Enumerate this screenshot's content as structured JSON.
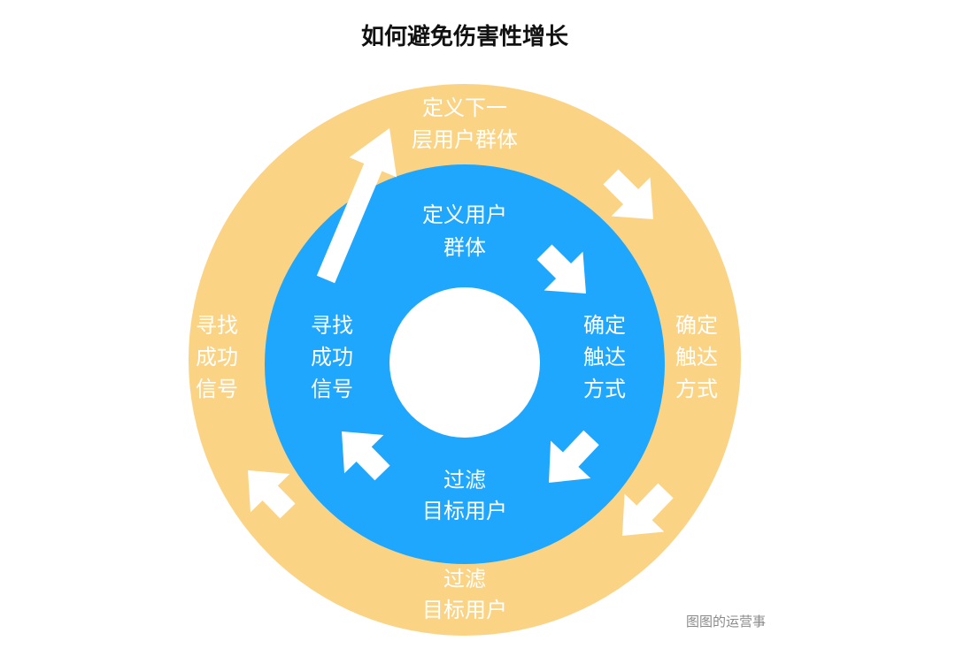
{
  "title": "如何避免伤害性增长",
  "colors": {
    "outer_ring": "#FBD384",
    "inner_ring": "#1EA7FD",
    "center": "#FFFFFF",
    "arrows": "#FFFFFF"
  },
  "outer_ring": {
    "top": [
      "定义下一",
      "层用户群体"
    ],
    "right": [
      "确定",
      "触达",
      "方式"
    ],
    "bottom": [
      "过滤",
      "目标用户"
    ],
    "left": [
      "寻找",
      "成功",
      "信号"
    ]
  },
  "inner_ring": {
    "top": [
      "定义用户",
      "群体"
    ],
    "right": [
      "确定",
      "触达",
      "方式"
    ],
    "bottom": [
      "过滤",
      "目标用户"
    ],
    "left": [
      "寻找",
      "成功",
      "信号"
    ]
  },
  "watermark": "图图的运营事"
}
